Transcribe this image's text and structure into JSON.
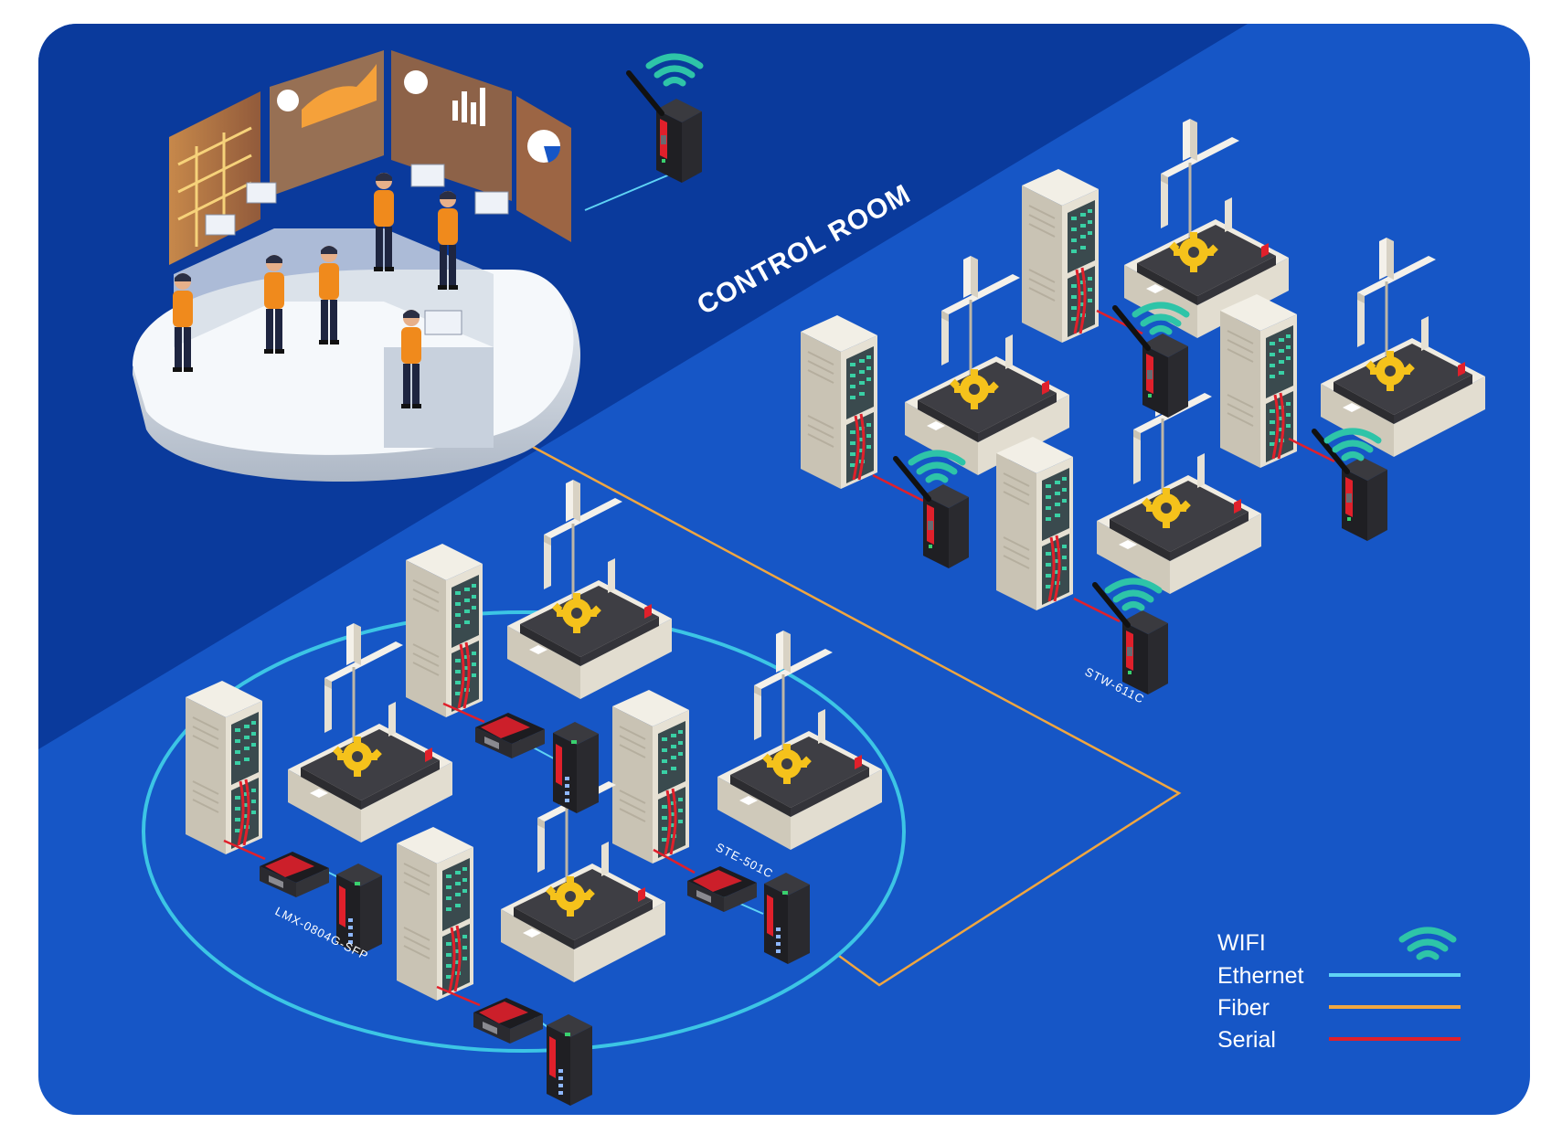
{
  "title": "CONTROL ROOM",
  "devices": {
    "wireless": "STW-611C",
    "serial_server": "STE-501C",
    "switch": "LMX-0804G-SFP"
  },
  "legend": [
    {
      "label": "WIFI",
      "kind": "wifi",
      "color": "#2ec4a8"
    },
    {
      "label": "Ethernet",
      "kind": "line",
      "color": "#5fd3f5"
    },
    {
      "label": "Fiber",
      "kind": "line",
      "color": "#f0a640"
    },
    {
      "label": "Serial",
      "kind": "line",
      "color": "#e0202b"
    }
  ],
  "colors": {
    "panel_dark": "#0a3a9c",
    "panel_light": "#1656c6",
    "ring": "#40d2e8"
  }
}
